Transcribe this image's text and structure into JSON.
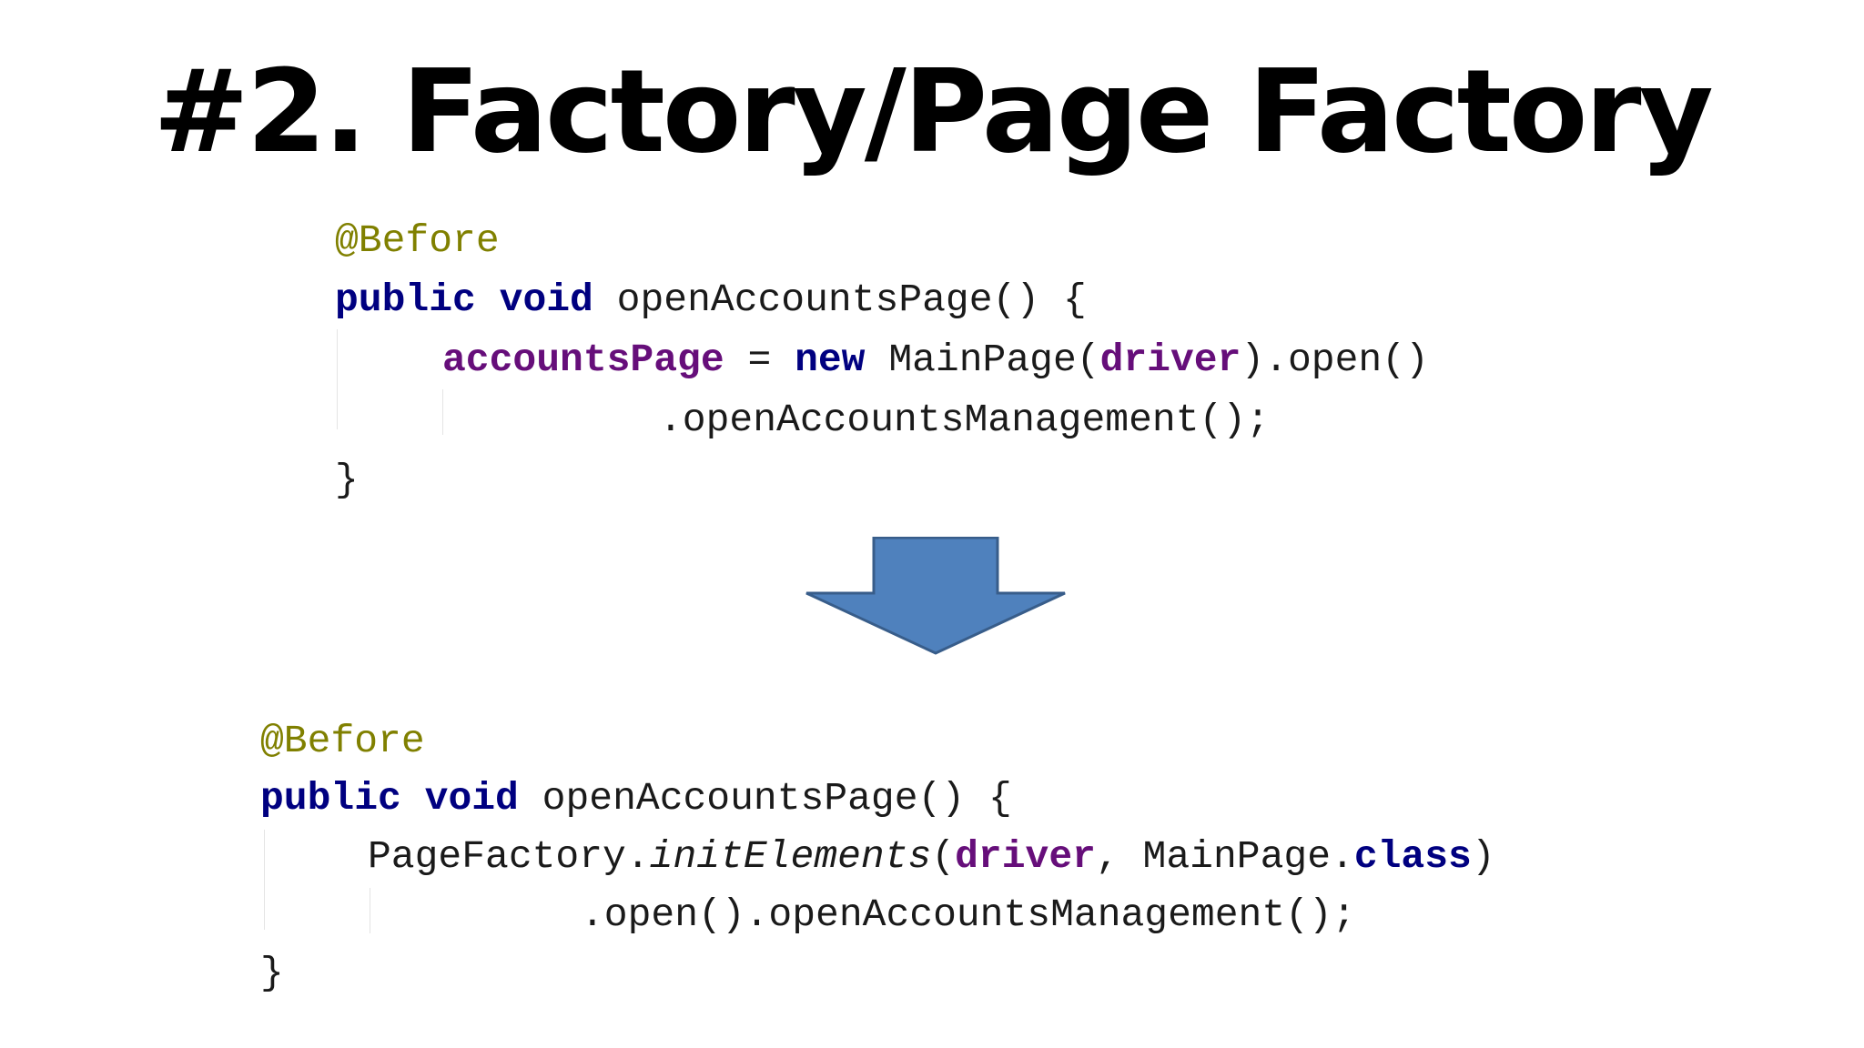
{
  "slide": {
    "title": "#2. Factory/Page Factory"
  },
  "code_before": {
    "annotation": "@Before",
    "line1": {
      "kw_public": "public",
      "kw_void": "void",
      "signature": "openAccountsPage() {"
    },
    "line2": {
      "field": "accountsPage",
      "assign": " = ",
      "kw_new": "new",
      "ctor": "MainPage(",
      "arg": "driver",
      "rest": ").open()"
    },
    "line3": ".openAccountsManagement();",
    "close": "}"
  },
  "code_after": {
    "annotation": "@Before",
    "line1": {
      "kw_public": "public",
      "kw_void": "void",
      "signature": "openAccountsPage() {"
    },
    "line2": {
      "cls": "PageFactory.",
      "method": "initElements",
      "paren": "(",
      "arg": "driver",
      "sep": ", MainPage.",
      "kw_class": "class",
      "end": ")"
    },
    "line3": ".open().openAccountsManagement();",
    "close": "}"
  },
  "arrow": {
    "icon": "down-arrow-icon",
    "fill": "#4f81bd",
    "stroke": "#385d8a"
  },
  "colors": {
    "annotation": "#808000",
    "keyword": "#000080",
    "field": "#660e7a",
    "text": "#1a1a1a"
  }
}
